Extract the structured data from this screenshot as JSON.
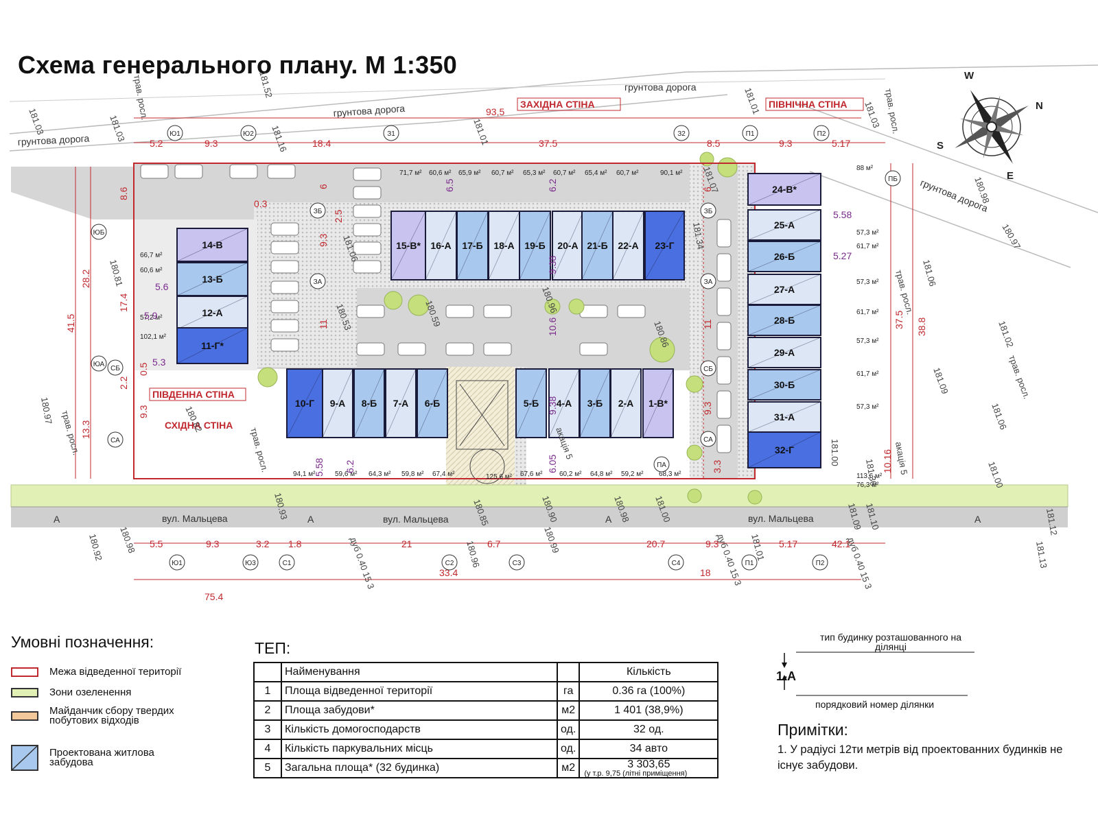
{
  "title": "Схема генерального плану. М 1:350",
  "colors": {
    "boundary": "#c0282e",
    "greenery": "#e1f0b5",
    "waste_area": "#f3c89a",
    "road": "#d6d6d6",
    "building_a": "#dce6f5",
    "building_b": "#a9c8ee",
    "building_v": "#c9c3f0",
    "building_g": "#4a6fe0",
    "dimension_red": "#c0282e",
    "dimension_purple": "#7a2a8c"
  },
  "plan": {
    "roads": {
      "dirt_road_1": "грунтова дорога",
      "dirt_road_2": "грунтова дорога",
      "dirt_road_3": "грунтова дорога",
      "dirt_road_4": "грунтова дорога",
      "street_1": "вул. Мальцева",
      "street_2": "вул. Мальцева",
      "street_3": "вул. Мальцева"
    },
    "walls": {
      "west": "ЗАХІДНА СТІНА",
      "north": "ПІВНІЧНА СТІНА",
      "south": "ПІВДЕННА СТІНА",
      "east": "СХІДНА СТІНА"
    },
    "top_row": [
      "15-В*",
      "16-А",
      "17-Б",
      "18-А",
      "19-Б",
      "20-А",
      "21-Б",
      "22-А",
      "23-Г"
    ],
    "top_areas": [
      "71,7 м²",
      "60,6 м²",
      "65,9 м²",
      "60,7 м²",
      "65,3 м²",
      "60,7 м²",
      "65,4 м²",
      "60,7 м²",
      "90,1 м²"
    ],
    "left_column": [
      "14-В",
      "13-Б",
      "12-А",
      "11-Г*"
    ],
    "left_areas": [
      "66,7 м²",
      "60,6 м²",
      "57,2 м²",
      "102,1 м²"
    ],
    "bottom_row": [
      "10-Г",
      "9-А",
      "8-Б",
      "7-А",
      "6-Б",
      "5-Б",
      "4-А",
      "3-Б",
      "2-А",
      "1-В*"
    ],
    "bottom_areas": [
      "94,1 м²",
      "59,6 м²",
      "64,3 м²",
      "59,8 м²",
      "67,4 м²",
      "67,6 м²",
      "60,2 м²",
      "64,8 м²",
      "59,2 м²",
      "68,3 м²"
    ],
    "bottom_area_extra": "125,6 м²",
    "right_column": [
      "24-В*",
      "25-А",
      "26-Б",
      "27-А",
      "28-Б",
      "29-А",
      "30-Б",
      "31-А",
      "32-Г"
    ],
    "right_areas": [
      "88 м²",
      "57,3 м²",
      "61,7 м²",
      "57,3 м²",
      "61,7 м²",
      "57,3 м²",
      "61,7 м²",
      "57,3 м²",
      "113,6 м²",
      "76,3 м²"
    ],
    "axes_top": [
      "Ю1",
      "Ю2",
      "З1",
      "З2",
      "П1",
      "П2",
      "ПБ"
    ],
    "axes_bottom": [
      "Ю1",
      "Ю3",
      "С1",
      "С2",
      "С3",
      "С4",
      "П1",
      "П2"
    ],
    "axes_side": [
      "ЮБ",
      "ЮА",
      "СБ",
      "СА",
      "ЗБ",
      "ЗА",
      "ЗБ",
      "ЗА",
      "СБ",
      "СА",
      "ПА"
    ],
    "dims_top": [
      "93,5",
      "5.2",
      "9.3",
      "18.4",
      "37.5",
      "8.5",
      "9.3",
      "5.17"
    ],
    "dims_bottom": [
      "5.5",
      "9.3",
      "3.2",
      "1.8",
      "21",
      "6.7",
      "20.7",
      "9.3",
      "5.17",
      "42.1",
      "33.4",
      "18",
      "75.4"
    ],
    "dims_left": [
      "8.6",
      "28.2",
      "41.5",
      "17.4",
      "2.2",
      "0.5",
      "9.3",
      "13.3",
      "6",
      "9.3",
      "11",
      "0.3",
      "2.5"
    ],
    "dims_right": [
      "5.58",
      "5.27",
      "37.5",
      "38.8",
      "10.16",
      "9.3",
      "3.3",
      "11",
      "6"
    ],
    "dims_purple": [
      "6.5",
      "6.2",
      "9.38",
      "10.6",
      "9.38",
      "6.05",
      "5.58",
      "6.2",
      "5.6",
      "5.9",
      "5.3"
    ],
    "elevations": [
      "181.03",
      "181.03",
      "181.52",
      "181.16",
      "181.01",
      "181.01",
      "181.03",
      "180.98",
      "180.97",
      "181.06",
      "181.02",
      "181.09",
      "181.06",
      "181.00",
      "181.00",
      "181.10",
      "181.12",
      "181.13",
      "180.92",
      "180.98",
      "180.85",
      "180.96",
      "180.99",
      "180.90",
      "180.98",
      "181.00",
      "181.01",
      "181.09",
      "181.06",
      "180.81",
      "180.97",
      "180.82",
      "180.53",
      "180.59",
      "180.96",
      "180.86",
      "181.34",
      "181.36",
      "181.07",
      "180.93"
    ],
    "vegetation": [
      "трав. росл.",
      "трав. росл.",
      "трав. росл.",
      "трав. росл.",
      "трав. росл.",
      "трав. росл.",
      "акація 5",
      "акація 5",
      "дуб 0.40 15 3",
      "дуб 0.40 15 3",
      "дуб 0.40 15 3"
    ],
    "compass": [
      "N",
      "S",
      "E",
      "W"
    ],
    "street_marker": "А"
  },
  "legend": {
    "title": "Умовні позначення:",
    "items": [
      {
        "label": "Межа відведенної території",
        "color": "#ffffff",
        "border": "#c0282e"
      },
      {
        "label": "Зони озеленення",
        "color": "#e1f0b5",
        "border": "#333333"
      },
      {
        "label": "Майданчик сбору твердих побутових відходів",
        "color": "#f3c89a",
        "border": "#333333"
      },
      {
        "label": "Проектована житлова забудова",
        "color": "#a9c8ee",
        "border": "#333333"
      }
    ]
  },
  "tep": {
    "title": "ТЕП:",
    "header": {
      "name": "Найменування",
      "value": "Кількість"
    },
    "rows": [
      {
        "num": "1",
        "name": "Площа відведенної території",
        "unit": "га",
        "value": "0.36  га (100%)",
        "note": ""
      },
      {
        "num": "2",
        "name": "Площа забудови*",
        "unit": "м2",
        "value": "1 401 (38,9%)",
        "note": ""
      },
      {
        "num": "3",
        "name": "Кількість домогосподарств",
        "unit": "од.",
        "value": "32 од.",
        "note": ""
      },
      {
        "num": "4",
        "name": "Кількість паркувальних місць",
        "unit": "од.",
        "value": "34 авто",
        "note": ""
      },
      {
        "num": "5",
        "name": "Загальна площа* (32 будинка)",
        "unit": "м2",
        "value": "3 303,65",
        "note": "(у т.р. 9,75 (літні приміщення)"
      }
    ]
  },
  "key": {
    "top": "тип будинку розташованного на ділянці",
    "label": "1-А",
    "bottom": "порядковий номер ділянки"
  },
  "notes": {
    "title": "Примітки:",
    "text": "1. У радіусі 12ти метрів від проектованних будинків не існує забудови."
  }
}
